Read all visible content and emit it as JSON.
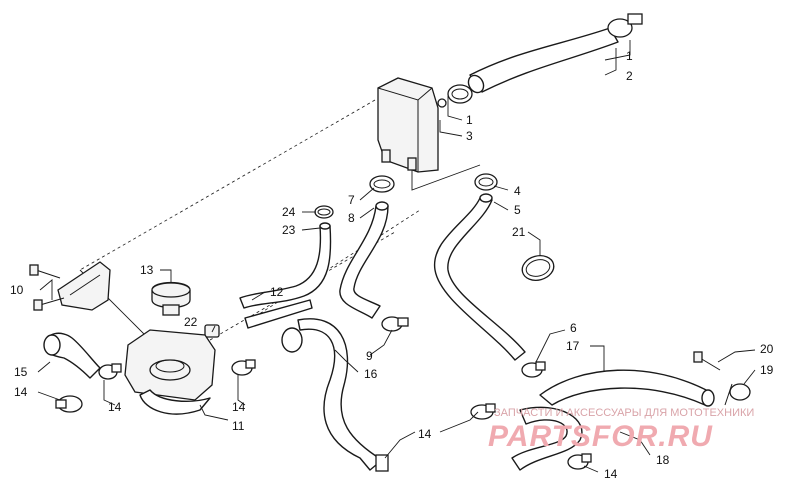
{
  "callouts": [
    "1",
    "2",
    "1",
    "3",
    "4",
    "5",
    "7",
    "8",
    "24",
    "23",
    "21",
    "13",
    "10",
    "12",
    "22",
    "6",
    "17",
    "20",
    "19",
    "15",
    "14",
    "9",
    "16",
    "14",
    "11",
    "14",
    "14",
    "18",
    "14"
  ],
  "watermark": {
    "caption": "ЗАПЧАСТИ И АКСЕССУАРЫ ДЛЯ МОТОТЕХНИКИ",
    "logo_text": "PARTSFOR.RU"
  },
  "colors": {
    "line": "#1a1a1a",
    "watermark": "#f0aab0",
    "background": "#ffffff"
  }
}
